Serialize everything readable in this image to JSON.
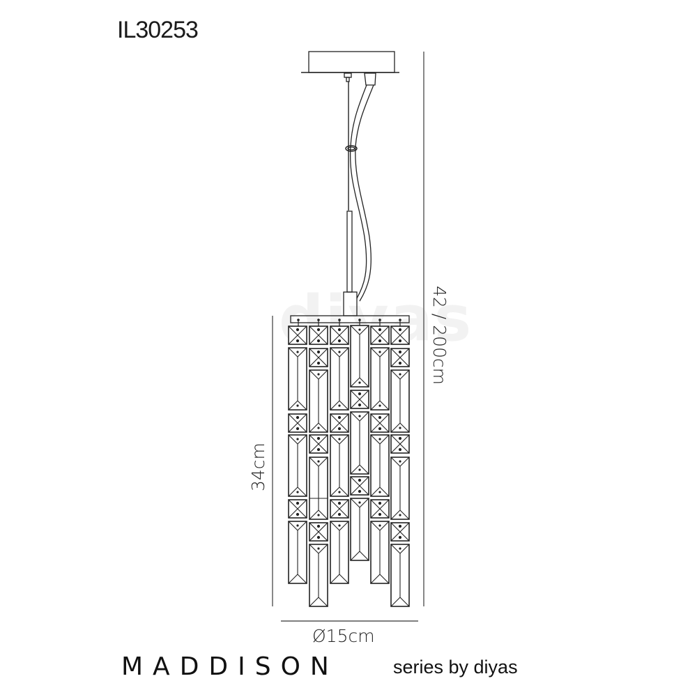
{
  "product_code": "IL30253",
  "dimensions": {
    "drop_height": "42 / 200cm",
    "body_height": "34cm",
    "diameter": "Ø15cm"
  },
  "footer": {
    "brand": "MADDISON",
    "series": "series by diyas"
  },
  "watermark": "diyas",
  "colors": {
    "line": "#222222",
    "dimension_line": "#555555",
    "background": "#ffffff"
  }
}
